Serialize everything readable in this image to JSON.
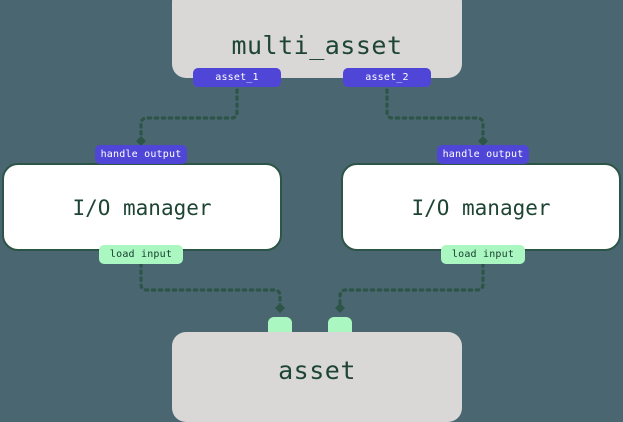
{
  "diagram": {
    "type": "dependency-graph",
    "background_color": "#4a6670",
    "accent_purple": "#4f46d8",
    "accent_green": "#aaf7c2",
    "node_grey": "#d9d8d6",
    "text_dark_green": "#1e4434",
    "edge_color": "#2c5547"
  },
  "nodes": {
    "multi_asset": {
      "label": "multi_asset",
      "outputs": [
        {
          "label": "asset_1"
        },
        {
          "label": "asset_2"
        }
      ]
    },
    "io_manager_left": {
      "label": "I/O manager",
      "input_badge": "handle output",
      "output_badge": "load input"
    },
    "io_manager_right": {
      "label": "I/O manager",
      "input_badge": "handle output",
      "output_badge": "load input"
    },
    "asset": {
      "label": "asset",
      "ports": [
        {
          "name": "input-port-1"
        },
        {
          "name": "input-port-2"
        }
      ]
    }
  },
  "edges": [
    {
      "from": "asset_1",
      "to": "handle-output-left"
    },
    {
      "from": "asset_2",
      "to": "handle-output-right"
    },
    {
      "from": "load-input-left",
      "to": "asset-input-port-1"
    },
    {
      "from": "load-input-right",
      "to": "asset-input-port-2"
    }
  ]
}
